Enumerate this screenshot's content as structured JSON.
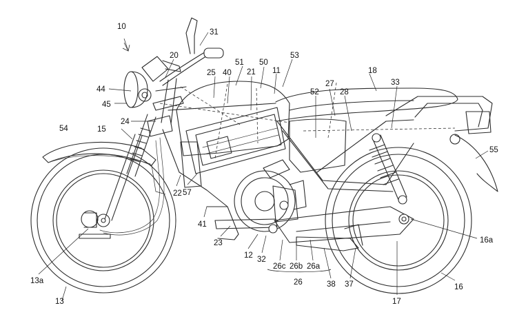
{
  "labels": {
    "l10": "10",
    "l31": "31",
    "l20": "20",
    "l50": "50",
    "l53": "53",
    "l51": "51",
    "l21": "21",
    "l11": "11",
    "l25": "25",
    "l40": "40",
    "l18": "18",
    "l44": "44",
    "l45": "45",
    "l27": "27",
    "l52": "52",
    "l28": "28",
    "l33": "33",
    "l54": "54",
    "l15": "15",
    "l24": "24",
    "l55": "55",
    "l22": "22",
    "l57": "57",
    "l41": "41",
    "l23": "23",
    "l12": "12",
    "l32": "32",
    "l26c": "26c",
    "l26b": "26b",
    "l26a": "26a",
    "l26": "26",
    "l38": "38",
    "l37": "37",
    "l17": "17",
    "l16a": "16a",
    "l16": "16",
    "l13a": "13a",
    "l13": "13"
  }
}
